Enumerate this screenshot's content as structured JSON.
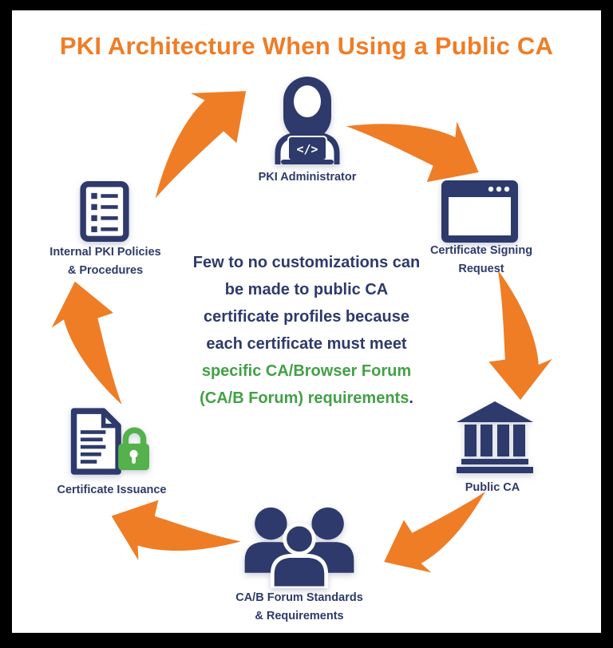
{
  "title": "PKI Architecture When Using a Public CA",
  "colors": {
    "orange": "#EF7D26",
    "navy": "#2E3A6B",
    "green_text": "#43A047",
    "lock_green": "#55B14B",
    "frame": "#000000",
    "background": "#FFFFFF"
  },
  "center_text": {
    "line1": "Few to no customizations can",
    "line2": "be made to public CA",
    "line3": "certificate profiles because",
    "line4": "each certificate must meet",
    "line5": "specific CA/Browser Forum",
    "line6_green": "(CA/B Forum) requirements",
    "line6_period": "."
  },
  "nodes": [
    {
      "id": "pki-administrator",
      "label": "PKI Administrator",
      "icon": "woman-developer-laptop-icon",
      "laptop_glyph": "</>"
    },
    {
      "id": "certificate-signing-request",
      "label_line1": "Certificate Signing",
      "label_line2": "Request",
      "icon": "browser-window-icon"
    },
    {
      "id": "public-ca",
      "label": "Public CA",
      "icon": "bank-building-icon"
    },
    {
      "id": "cab-forum-standards",
      "label_line1": "CA/B Forum Standards",
      "label_line2": "& Requirements",
      "icon": "people-group-icon"
    },
    {
      "id": "certificate-issuance",
      "label": "Certificate Issuance",
      "icon": "document-lock-icon"
    },
    {
      "id": "internal-pki-policies",
      "label_line1": "Internal PKI Policies",
      "label_line2": "& Procedures",
      "icon": "policy-checklist-icon"
    }
  ],
  "flow": {
    "direction": "clockwise",
    "arrows": [
      {
        "from": "Internal PKI Policies & Procedures",
        "to": "PKI Administrator"
      },
      {
        "from": "PKI Administrator",
        "to": "Certificate Signing Request"
      },
      {
        "from": "Certificate Signing Request",
        "to": "Public CA"
      },
      {
        "from": "Public CA",
        "to": "CA/B Forum Standards & Requirements"
      },
      {
        "from": "CA/B Forum Standards & Requirements",
        "to": "Certificate Issuance"
      },
      {
        "from": "Certificate Issuance",
        "to": "Internal PKI Policies & Procedures"
      }
    ]
  }
}
